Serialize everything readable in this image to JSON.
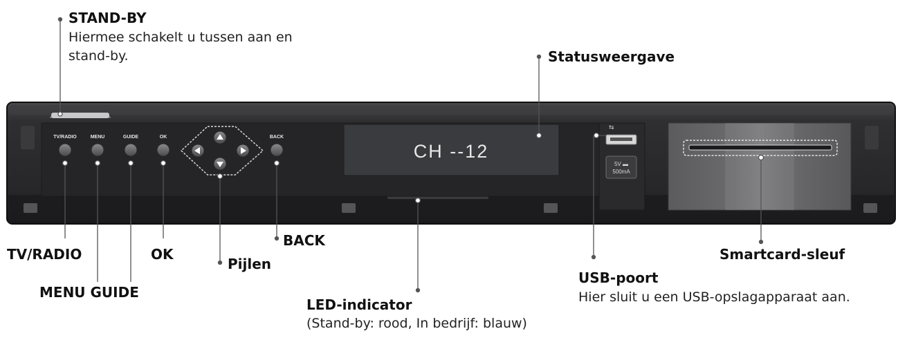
{
  "device": {
    "display_text": "CH --12",
    "usb_badge": "5V ▬ 500mA",
    "buttons": [
      {
        "label": "TV/RADIO"
      },
      {
        "label": "MENU"
      },
      {
        "label": "GUIDE"
      },
      {
        "label": "OK"
      },
      {
        "label": "BACK"
      }
    ]
  },
  "callouts": {
    "standby": {
      "title": "STAND-BY",
      "desc_line1": "Hiermee schakelt u tussen aan en",
      "desc_line2": "stand-by."
    },
    "status": {
      "title": "Statusweergave"
    },
    "tvradio": {
      "title": "TV/RADIO"
    },
    "ok": {
      "title": "OK"
    },
    "back": {
      "title": "BACK"
    },
    "arrows": {
      "title": "Pijlen"
    },
    "menu_guide": {
      "title": "MENU GUIDE"
    },
    "led": {
      "title": "LED-indicator",
      "desc": "(Stand-by: rood, In bedrijf: blauw)"
    },
    "usb": {
      "title": "USB-poort",
      "desc": "Hier sluit u een USB-opslagapparaat aan."
    },
    "smartcard": {
      "title": "Smartcard-sleuf"
    }
  },
  "colors": {
    "body": "#2b2b2d",
    "body_top": "#3a3a3c",
    "panel": "#1f1f21",
    "display_bg": "#3a3b3e",
    "display_text": "#e8e8e8",
    "line": "#555555"
  }
}
